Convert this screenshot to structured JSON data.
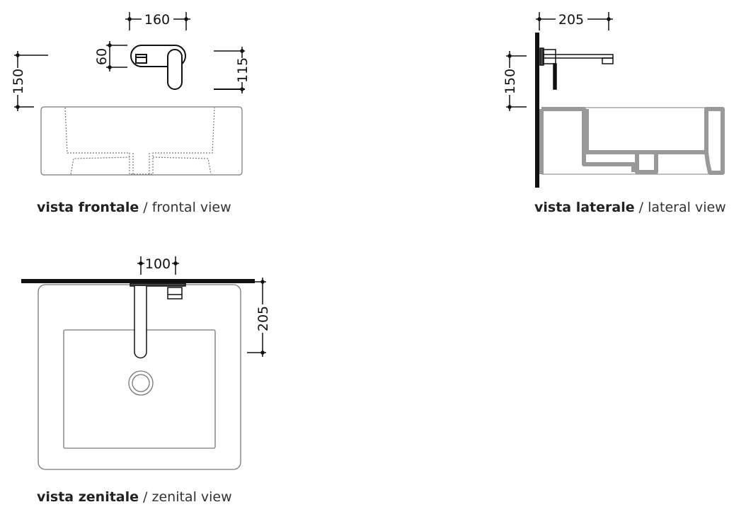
{
  "views": {
    "frontal": {
      "label_it": "vista frontale",
      "label_sep": " / ",
      "label_en": "frontal view",
      "dimensions": {
        "width": "160",
        "plate_height": "60",
        "lever_height": "115",
        "mount_height": "150"
      }
    },
    "lateral": {
      "label_it": "vista laterale",
      "label_sep": " / ",
      "label_en": "lateral view",
      "dimensions": {
        "projection": "205",
        "mount_height": "150"
      }
    },
    "zenital": {
      "label_it": "vista zenitale",
      "label_sep": " / ",
      "label_en": "zenital view",
      "dimensions": {
        "spacing": "100",
        "projection": "205"
      }
    }
  }
}
